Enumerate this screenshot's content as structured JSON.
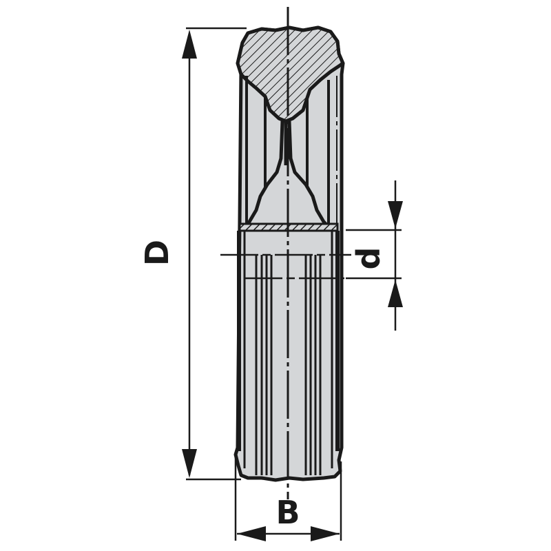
{
  "drawing": {
    "type": "technical section drawing",
    "subject": "wheel / roller with bore (half section)",
    "colors": {
      "line": "#1a1a1a",
      "fill": "#d4d6d8",
      "hatch": "#1a1a1a",
      "background": "#ffffff"
    }
  },
  "dimensions": {
    "outer_diameter": {
      "label": "D",
      "orientation": "vertical"
    },
    "bore_diameter": {
      "label": "d",
      "orientation": "vertical"
    },
    "width": {
      "label": "B",
      "orientation": "horizontal"
    }
  }
}
